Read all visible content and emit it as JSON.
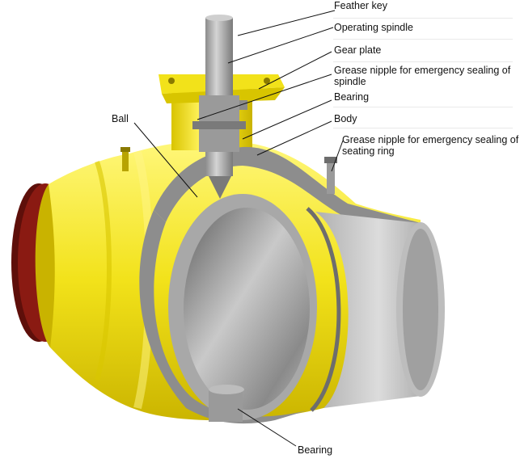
{
  "labels": {
    "feather_key": "Feather key",
    "operating_spindle": "Operating spindle",
    "gear_plate": "Gear plate",
    "grease_spindle_1": "Grease nipple for emergency sealing of",
    "grease_spindle_2": "spindle",
    "bearing_top": "Bearing",
    "body": "Body",
    "grease_seat_1": "Grease nipple for emergency sealing of",
    "grease_seat_2": "seating ring",
    "ball": "Ball",
    "bearing_bottom": "Bearing"
  },
  "colors": {
    "body_yellow": "#f2e21a",
    "flange_red": "#8a1a12",
    "steel": "#9a9a9a",
    "leader": "#111111"
  }
}
